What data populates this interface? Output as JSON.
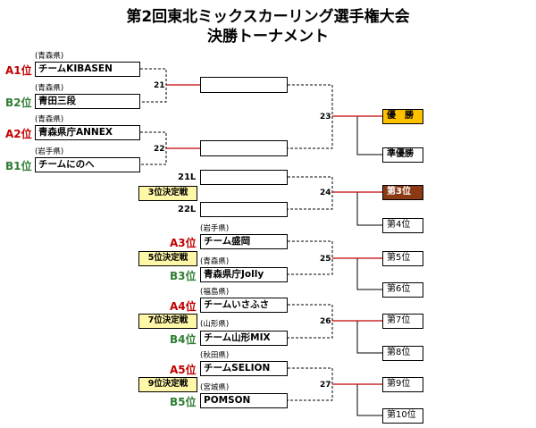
{
  "title_line1": "第2回東北ミックスカーリング選手権大会",
  "title_line2": "決勝トーナメント",
  "teams": [
    {
      "seed": "A1位",
      "pref": "(青森県)",
      "name": "チームKIBASEN"
    },
    {
      "seed": "B2位",
      "pref": "(青森県)",
      "name": "青田三段"
    },
    {
      "seed": "A2位",
      "pref": "(青森県)",
      "name": "青森県庁ANNEX"
    },
    {
      "seed": "B1位",
      "pref": "(岩手県)",
      "name": "チームにのへ"
    },
    {
      "seed": "A3位",
      "pref": "(岩手県)",
      "name": "チーム盛岡"
    },
    {
      "seed": "B3位",
      "pref": "(青森県)",
      "name": "青森県庁Jolly"
    },
    {
      "seed": "A4位",
      "pref": "(福島県)",
      "name": "チームいさふさ"
    },
    {
      "seed": "B4位",
      "pref": "(山形県)",
      "name": "チーム山形MIX"
    },
    {
      "seed": "A5位",
      "pref": "(秋田県)",
      "name": "チームSELION"
    },
    {
      "seed": "B5位",
      "pref": "(宮城県)",
      "name": "POMSON"
    }
  ],
  "games": {
    "g21": "21",
    "g22": "22",
    "g23": "23",
    "g24": "24",
    "g25": "25",
    "g26": "26",
    "g27": "27"
  },
  "losers": {
    "l21": "21L",
    "l22": "22L"
  },
  "playoffs": {
    "p3": "3位決定戦",
    "p5": "5位決定戦",
    "p7": "7位決定戦",
    "p9": "9位決定戦"
  },
  "results": {
    "r1": "優　勝",
    "r2": "準優勝",
    "r3": "第3位",
    "r4": "第4位",
    "r5": "第5位",
    "r6": "第6位",
    "r7": "第7位",
    "r8": "第8位",
    "r9": "第9位",
    "r10": "第10位"
  },
  "colors": {
    "accent_red": "#c00000",
    "seed_green": "#2e7d32",
    "gold": "#ffc000",
    "bronze": "#8b3a14",
    "playoff_yellow": "#fff7a8"
  }
}
